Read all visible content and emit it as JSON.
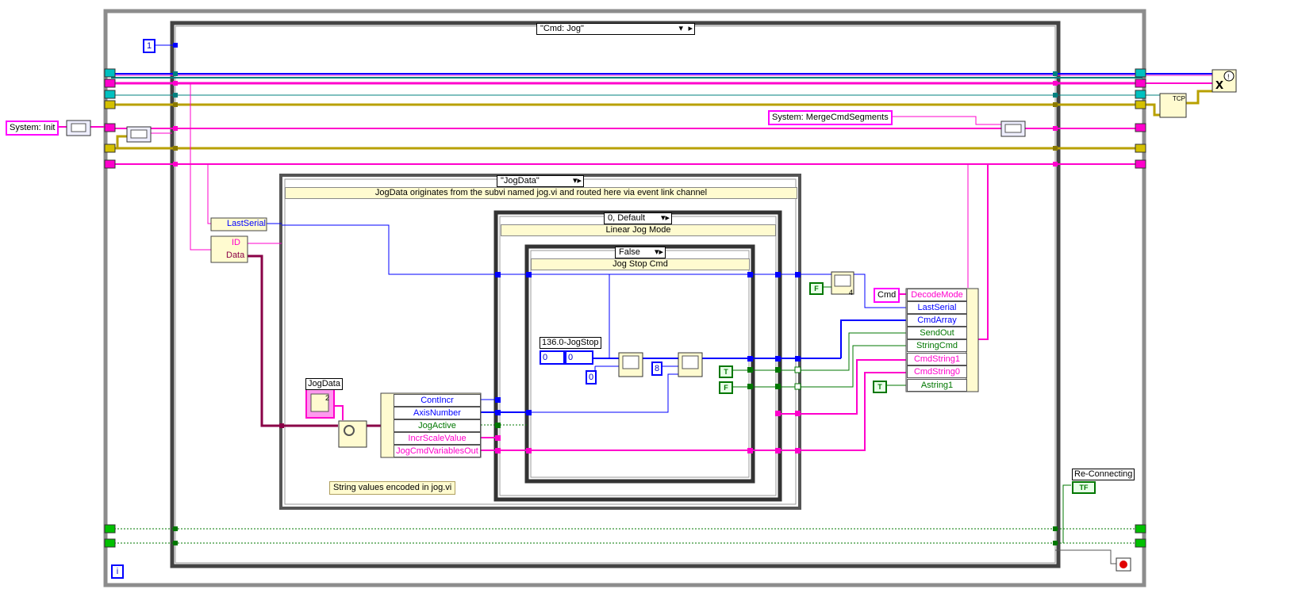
{
  "case_selectors": {
    "outer": "\"Cmd: Jog\"",
    "event": "\"JogData\"",
    "jog_mode": "0, Default",
    "stop": "False"
  },
  "comments": {
    "event_desc": "JogData originates from the subvi named jog.vi and routed here via event link channel",
    "jog_mode_desc": "Linear Jog Mode",
    "stop_desc": "Jog Stop Cmd",
    "encoded_note": "String values encoded in jog.vi"
  },
  "constants": {
    "iter_count": "1",
    "system_init": "System: Init",
    "merge_cmd": "System: MergeCmdSegments",
    "cmd": "Cmd",
    "num_zero": "0",
    "num_eight": "8",
    "jogstop_value": "0",
    "jogstop_index": "0",
    "bool_t": "T",
    "bool_f": "F",
    "tcp_label": "TCP",
    "loop_index": "i",
    "subvi_four": "4",
    "subvi_two": "2"
  },
  "labels": {
    "jogstop_label": "136.0-JogStop",
    "jogdata_label": "JogData",
    "reconnecting_label": "Re-Connecting",
    "tf_indicator": "TF"
  },
  "unbundle_top": [
    "LastSerial"
  ],
  "unbundle_event": [
    "ID",
    "Data"
  ],
  "unbundle_jog": [
    "ContIncr",
    "AxisNumber",
    "JogActive",
    "IncrScaleValue",
    "JogCmdVariablesOut"
  ],
  "bundle_out": [
    "DecodeMode",
    "LastSerial",
    "CmdArray",
    "SendOut",
    "StringCmd",
    "CmdString1",
    "CmdString0",
    "Astring1"
  ],
  "colors": {
    "string_wire": "#ff00cc",
    "numeric_wire": "#0000ff",
    "boolean_wire": "#007700",
    "cluster_wire": "#8a0047",
    "teal_wire": "#00807f",
    "error_wire": "#b8a000"
  }
}
